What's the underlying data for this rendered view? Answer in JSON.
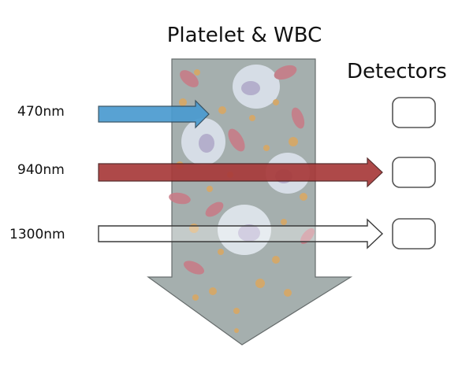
{
  "diagram": {
    "title": "Platelet & WBC",
    "detectors_label": "Detectors",
    "wavelengths": [
      {
        "label": "470nm",
        "color": "#4a9bd0"
      },
      {
        "label": "940nm",
        "color": "#a83a3a"
      },
      {
        "label": "1300nm",
        "color": "#ffffff"
      }
    ],
    "colors": {
      "flow_arrow": "#9aa7a6",
      "outline": "#4a4a4a",
      "cell_red": "#c97a86",
      "cell_white": "#dfe6f0",
      "platelet": "#d9a864"
    }
  }
}
